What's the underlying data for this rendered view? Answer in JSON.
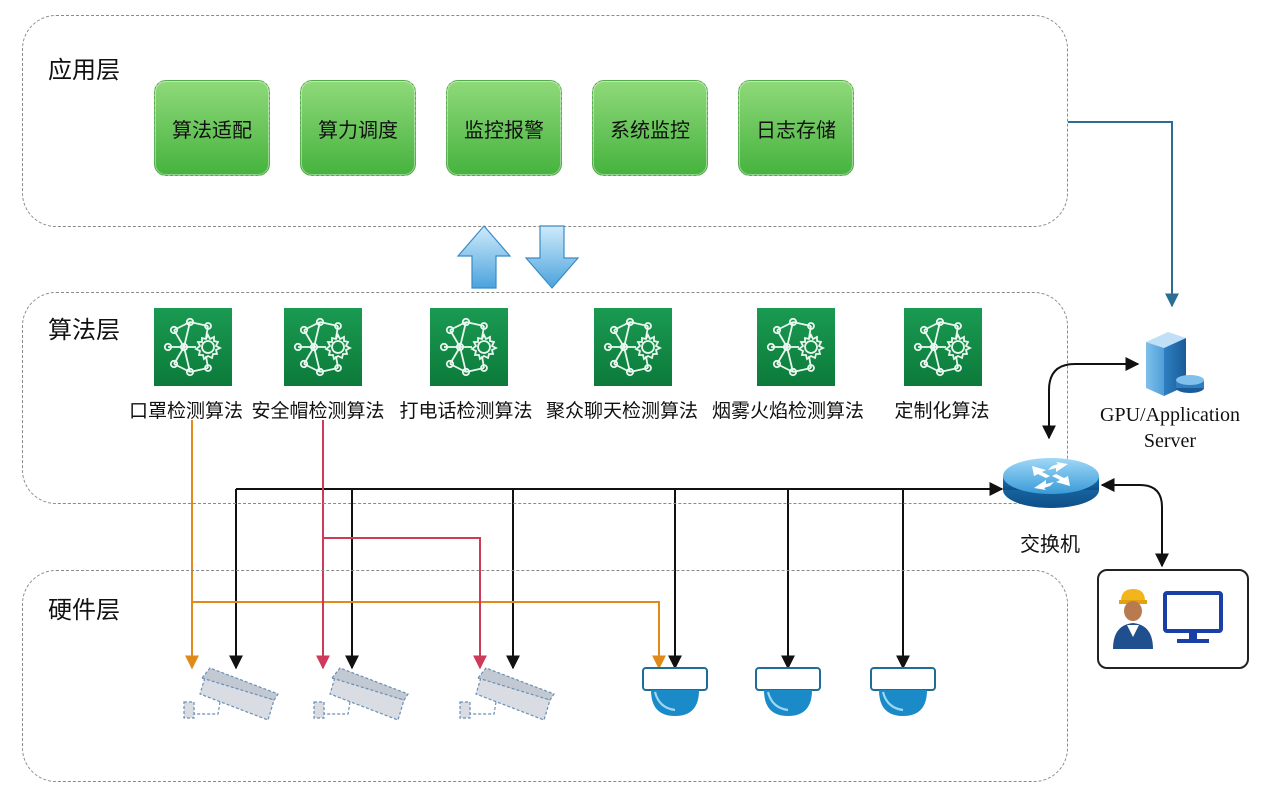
{
  "layers": {
    "application": {
      "title": "应用层",
      "modules": [
        "算法适配",
        "算力调度",
        "监控报警",
        "系统监控",
        "日志存储"
      ]
    },
    "algorithm": {
      "title": "算法层",
      "algorithms": [
        "口罩检测算法",
        "安全帽检测算法",
        "打电话检测算法",
        "聚众聊天检测算法",
        "烟雾火焰检测算法",
        "定制化算法"
      ]
    },
    "hardware": {
      "title": "硬件层"
    }
  },
  "server": {
    "label_line1": "GPU/Application",
    "label_line2": "Server"
  },
  "switch": {
    "label": "交换机"
  },
  "colors": {
    "app_box": "#4cb544",
    "algo_icon": "#118a45",
    "mask_line": "#e08a1a",
    "helmet_line": "#d03a5a",
    "network_line": "#111111",
    "server_line": "#2a6f93",
    "arrow": "#5aaee0"
  }
}
